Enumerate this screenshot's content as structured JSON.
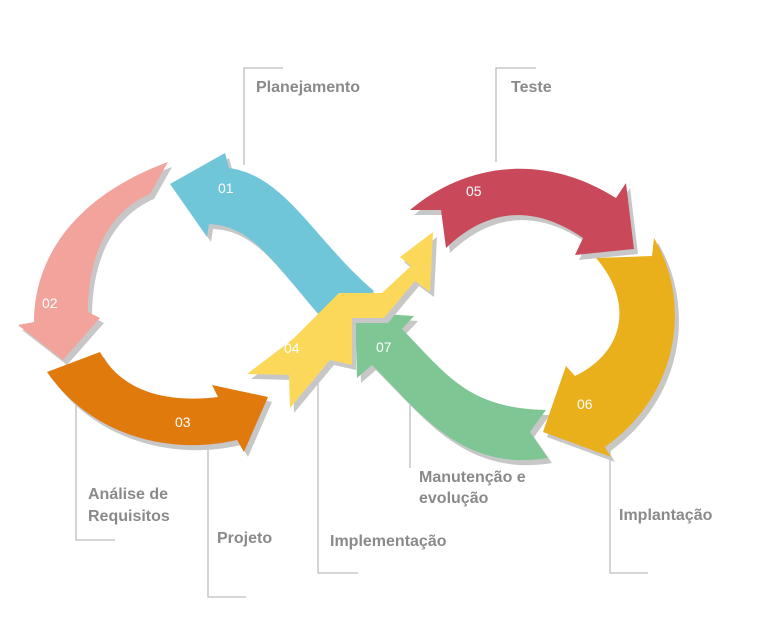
{
  "steps": [
    {
      "number": "01",
      "label": "Planejamento",
      "color": "#6ec6d8"
    },
    {
      "number": "02",
      "label": "Análise de Requisitos",
      "label_lines": [
        "Análise de",
        "Requisitos"
      ],
      "color": "#f2a39c"
    },
    {
      "number": "03",
      "label": "Projeto",
      "color": "#e07a0f"
    },
    {
      "number": "04",
      "label": "Implementação",
      "color": "#fbd85a"
    },
    {
      "number": "05",
      "label": "Teste",
      "color": "#c9485a"
    },
    {
      "number": "06",
      "label": "Implantação",
      "color": "#e9b01e"
    },
    {
      "number": "07",
      "label": "Manutenção e evolução",
      "label_lines": [
        "Manutenção e",
        "evolução"
      ],
      "color": "#7ec795"
    }
  ]
}
